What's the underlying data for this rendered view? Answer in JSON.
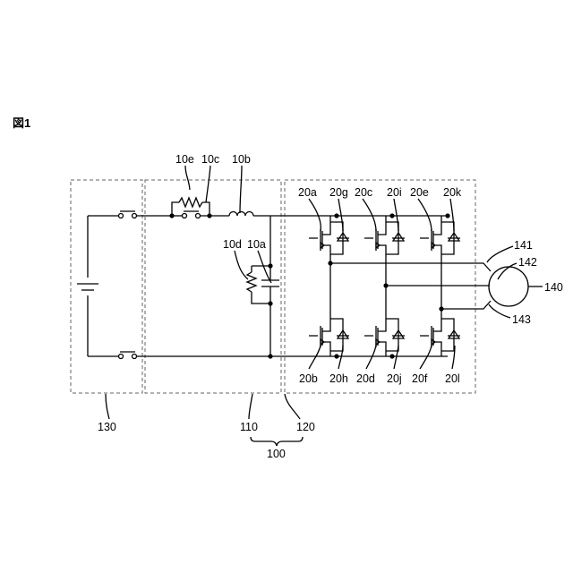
{
  "figure": {
    "title": "図1"
  },
  "labels": {
    "r10e": "10e",
    "s10c": "10c",
    "l10b": "10b",
    "r10d": "10d",
    "c10a": "10a",
    "t20a": "20a",
    "d20g": "20g",
    "t20c": "20c",
    "d20i": "20i",
    "t20e": "20e",
    "d20k": "20k",
    "t20b": "20b",
    "d20h": "20h",
    "t20d": "20d",
    "d20j": "20j",
    "t20f": "20f",
    "d20l": "20l",
    "m140": "140",
    "w141": "141",
    "w142": "142",
    "w143": "143",
    "b130": "130",
    "b110": "110",
    "b120": "120",
    "b100": "100"
  }
}
